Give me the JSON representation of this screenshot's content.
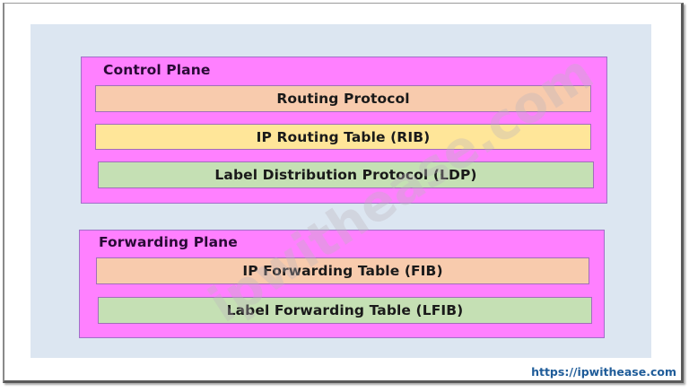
{
  "diagram": {
    "control_plane": {
      "title": "Control Plane",
      "layers": [
        {
          "label": "Routing Protocol",
          "color": "#f8cbad"
        },
        {
          "label": "IP Routing Table (RIB)",
          "color": "#ffe699"
        },
        {
          "label": "Label Distribution Protocol (LDP)",
          "color": "#c5e0b4"
        }
      ]
    },
    "forwarding_plane": {
      "title": "Forwarding Plane",
      "layers": [
        {
          "label": "IP Forwarding Table (FIB)",
          "color": "#f8cbad"
        },
        {
          "label": "Label Forwarding Table (LFIB)",
          "color": "#c5e0b4"
        }
      ]
    },
    "colors": {
      "background_panel": "#dce6f1",
      "plane_fill": "#ff80ff",
      "url_text": "#1f5c99"
    },
    "watermark": "ipwithease.com",
    "source_url": "https://ipwithease.com"
  }
}
